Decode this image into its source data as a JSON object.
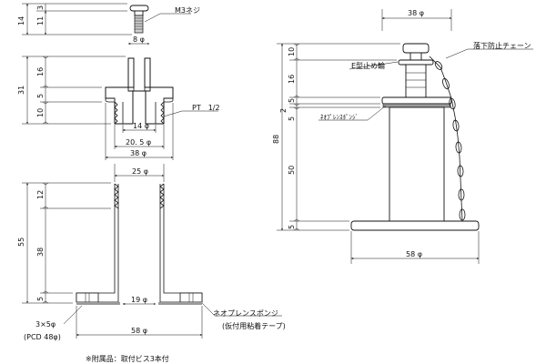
{
  "labels": {
    "m3_screw": "M3ネジ",
    "pt_thread": "PT　1/2",
    "e_ring": "E型止め輪",
    "chain": "落下防止チェーン",
    "sponge_top": "ﾈｵﾌﾟﾚﾝｽﾎﾟﾝｼﾞ",
    "sponge_bottom": "ネオプレンスポンジ",
    "tape": "(仮付用粘着テープ)",
    "screw_holes": "3×5φ",
    "pcd": "(PCD 48φ)",
    "accessory": "※附属品：取付ビス3本付"
  },
  "dimensions": {
    "screw_total": "14",
    "screw_part": "11",
    "screw_head": "3",
    "cap_dia": "8 φ",
    "upper_total": "31",
    "upper_top": "16",
    "upper_mid": "5",
    "upper_bot": "10",
    "thread_14": "14 φ",
    "thread_205": "20. 5 φ",
    "flange_38": "38 φ",
    "tube_25": "25 φ",
    "body_total": "55",
    "body_top": "12",
    "body_mid": "38",
    "body_bot": "5",
    "inner_19": "19 φ",
    "base_58": "58 φ",
    "right_top_dia": "38 φ",
    "right_total": "88",
    "right_10": "10",
    "right_16": "16",
    "right_5a": "5",
    "right_2": "2",
    "right_5b": "5",
    "right_50": "50",
    "right_5c": "5",
    "right_base_dia": "58 φ"
  }
}
